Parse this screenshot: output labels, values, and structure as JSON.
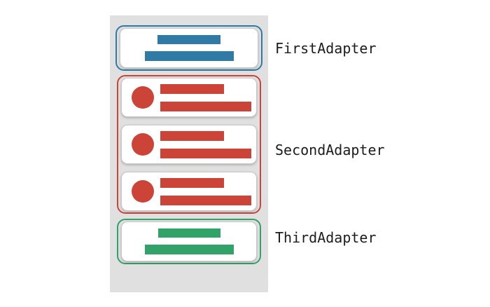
{
  "diagram": {
    "canvas_bg": "#ffffff",
    "screen_bg": "#e0e0e0",
    "card_bg": "#ffffff",
    "card_border": "#c9c9c9",
    "label_color": "#1c1c1c"
  },
  "adapters": [
    {
      "id": "first",
      "label": "FirstAdapter",
      "color": "#2f7ba5",
      "item_count": 1,
      "item_type": "two-bars"
    },
    {
      "id": "second",
      "label": "SecondAdapter",
      "color": "#cc4437",
      "item_count": 3,
      "item_type": "circle-two-bars"
    },
    {
      "id": "third",
      "label": "ThirdAdapter",
      "color": "#31a268",
      "item_count": 1,
      "item_type": "two-bars"
    }
  ]
}
